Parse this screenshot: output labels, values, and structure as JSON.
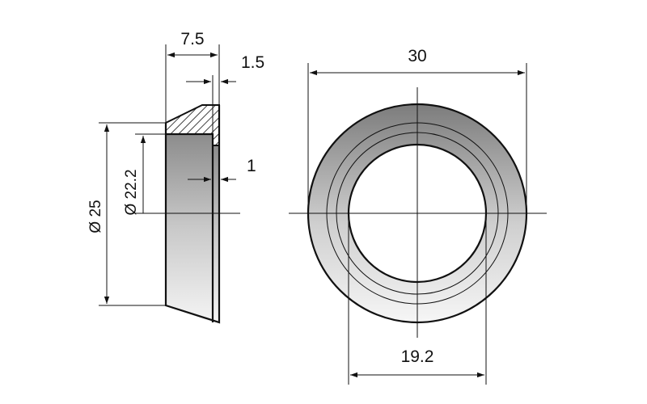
{
  "drawing": {
    "dimensions": {
      "width_outer": "7.5",
      "lip_width": "1.5",
      "wall": "1",
      "dia_outer_side": "Ø 25",
      "dia_inner_side": "Ø 22.2",
      "dia_outer_front": "30",
      "dia_inner_front": "19.2"
    },
    "colors": {
      "line": "#111111",
      "shade_dark": "#8a8a8a",
      "shade_light": "#f2f2f2"
    }
  }
}
